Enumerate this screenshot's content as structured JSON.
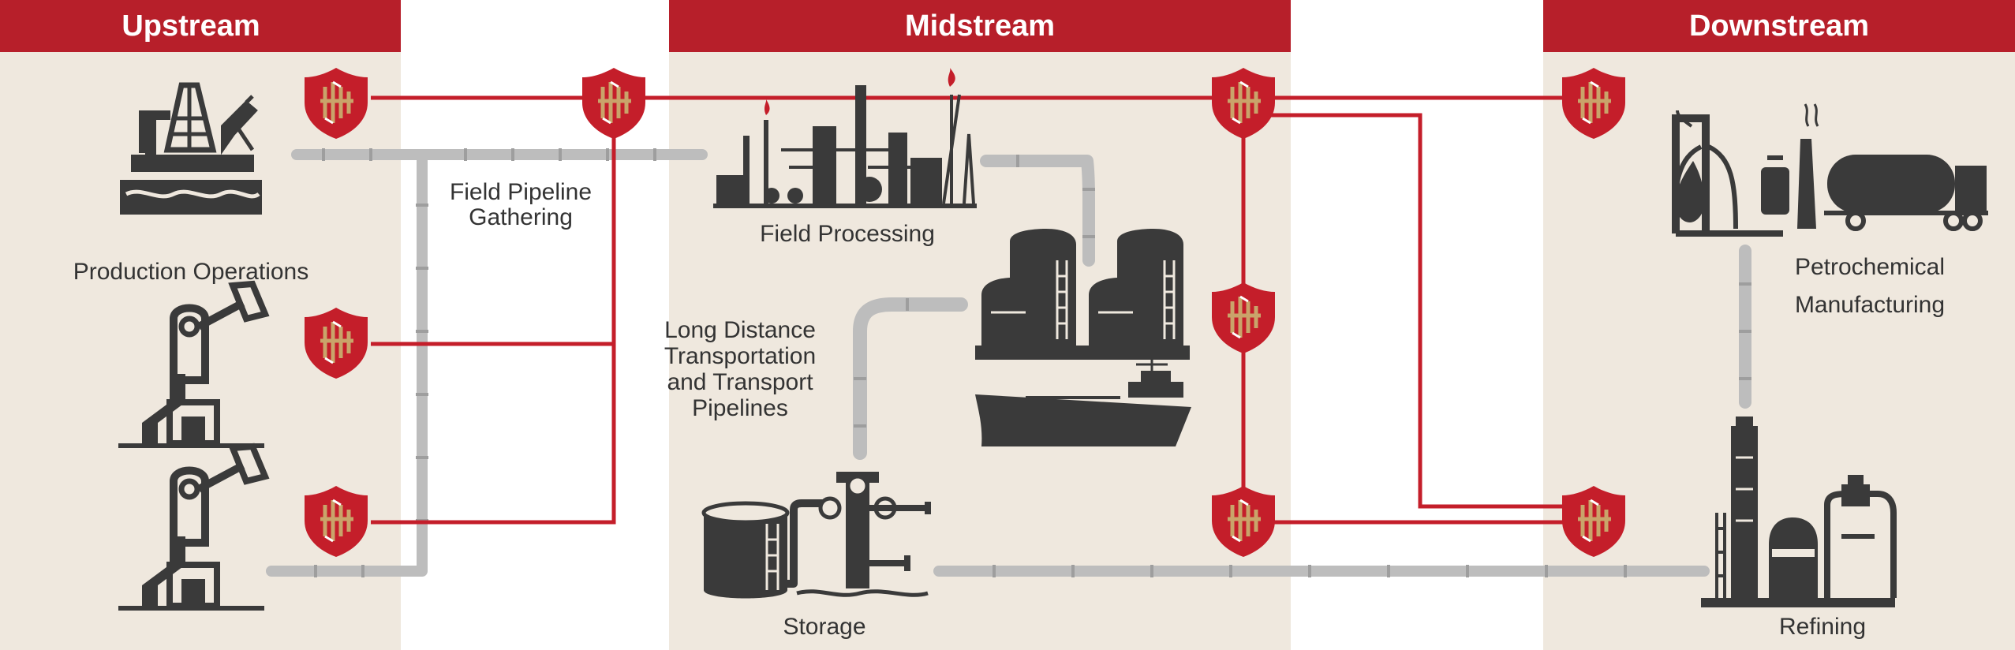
{
  "sections": {
    "upstream": "Upstream",
    "midstream": "Midstream",
    "downstream": "Downstream"
  },
  "labels": {
    "production_operations": "Production Operations",
    "field_pipeline_line1": "Field Pipeline",
    "field_pipeline_line2": "Gathering",
    "field_processing": "Field Processing",
    "long_distance_line1": "Long Distance",
    "long_distance_line2": "Transportation",
    "long_distance_line3": "and Transport",
    "long_distance_line4": "Pipelines",
    "storage": "Storage",
    "petrochemical_line1": "Petrochemical",
    "petrochemical_line2": "Manufacturing",
    "refining": "Refining"
  },
  "colors": {
    "header_red": "#b71f2a",
    "panel_beige": "#efe8de",
    "network_red": "#c41e2a",
    "pipe_gray": "#bdbdbd",
    "icon_dark": "#3a3a3a",
    "shield_gold": "#c9a46a"
  },
  "icons": {
    "shield": "security-shield-icon",
    "offshore_rig": "offshore-rig-icon",
    "pumpjack": "pumpjack-icon",
    "refinery": "field-processing-plant-icon",
    "storage_tanks": "storage-tanks-icon",
    "tanker": "tanker-ship-icon",
    "wellhead": "wellhead-icon",
    "petrochemical": "petrochemical-plant-icon",
    "refining_tower": "refining-tower-icon"
  }
}
